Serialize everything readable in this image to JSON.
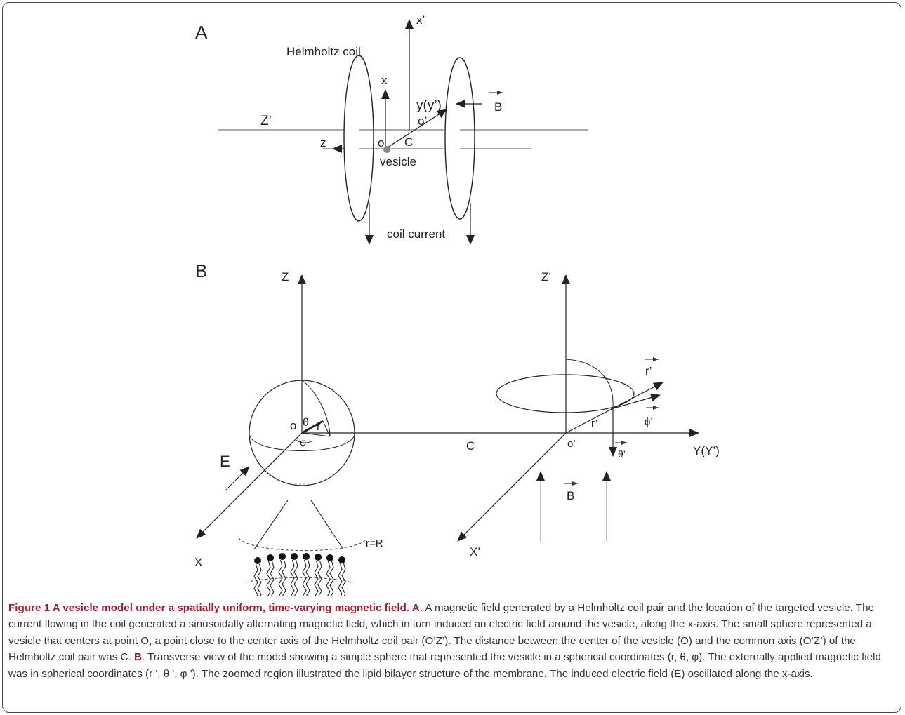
{
  "panelA": {
    "label": "A",
    "coil_label": "Helmholtz coil",
    "x_prime": "x’",
    "x": "x",
    "y_yprime": "y(y’)",
    "o_prime": "o’",
    "B": "B",
    "Z_prime": "Z’",
    "z": "z",
    "o": "o",
    "C": "C",
    "vesicle": "vesicle",
    "coil_current": "coil current"
  },
  "panelB": {
    "label": "B",
    "Z": "Z",
    "Z_prime": "Z’",
    "o": "o",
    "theta": "θ",
    "r": "r",
    "phi": "φ",
    "E": "E",
    "X": "X",
    "C": "C",
    "o_prime": "o’",
    "r_prime_vec": "r’",
    "r_prime": "r’",
    "phi_prime": "ϕ’",
    "theta_prime": "θ’",
    "Y_Yprime": "Y(Y’)",
    "B": "B",
    "X_prime": "X’",
    "r_eq_R": "r=R"
  },
  "caption": {
    "title": "Figure 1 A vesicle model under a spatially uniform, time-varying magnetic field. A",
    "partA": ". A magnetic field generated by a Helmholtz coil pair and the location of the targeted vesicle. The current flowing in the coil generated a sinusoidally alternating magnetic field, which in turn induced an electric field around the vesicle, along the x-axis. The small sphere represented a vesicle that centers at point O, a point close to the center axis of the Helmholtz coil pair (O’Z’). The distance between the center of the vesicle (O) and the common axis (O’Z’) of the Helmholtz coil pair was C. ",
    "labelB": "B",
    "partB": ". Transverse view of the model showing a simple sphere that represented the vesicle in a spherical coordinates (r, θ, φ). The externally applied magnetic field was in spherical coordinates (r ', θ ', φ '). The zoomed region illustrated the lipid bilayer structure of the membrane. The induced electric field (E) oscillated along the x-axis."
  }
}
